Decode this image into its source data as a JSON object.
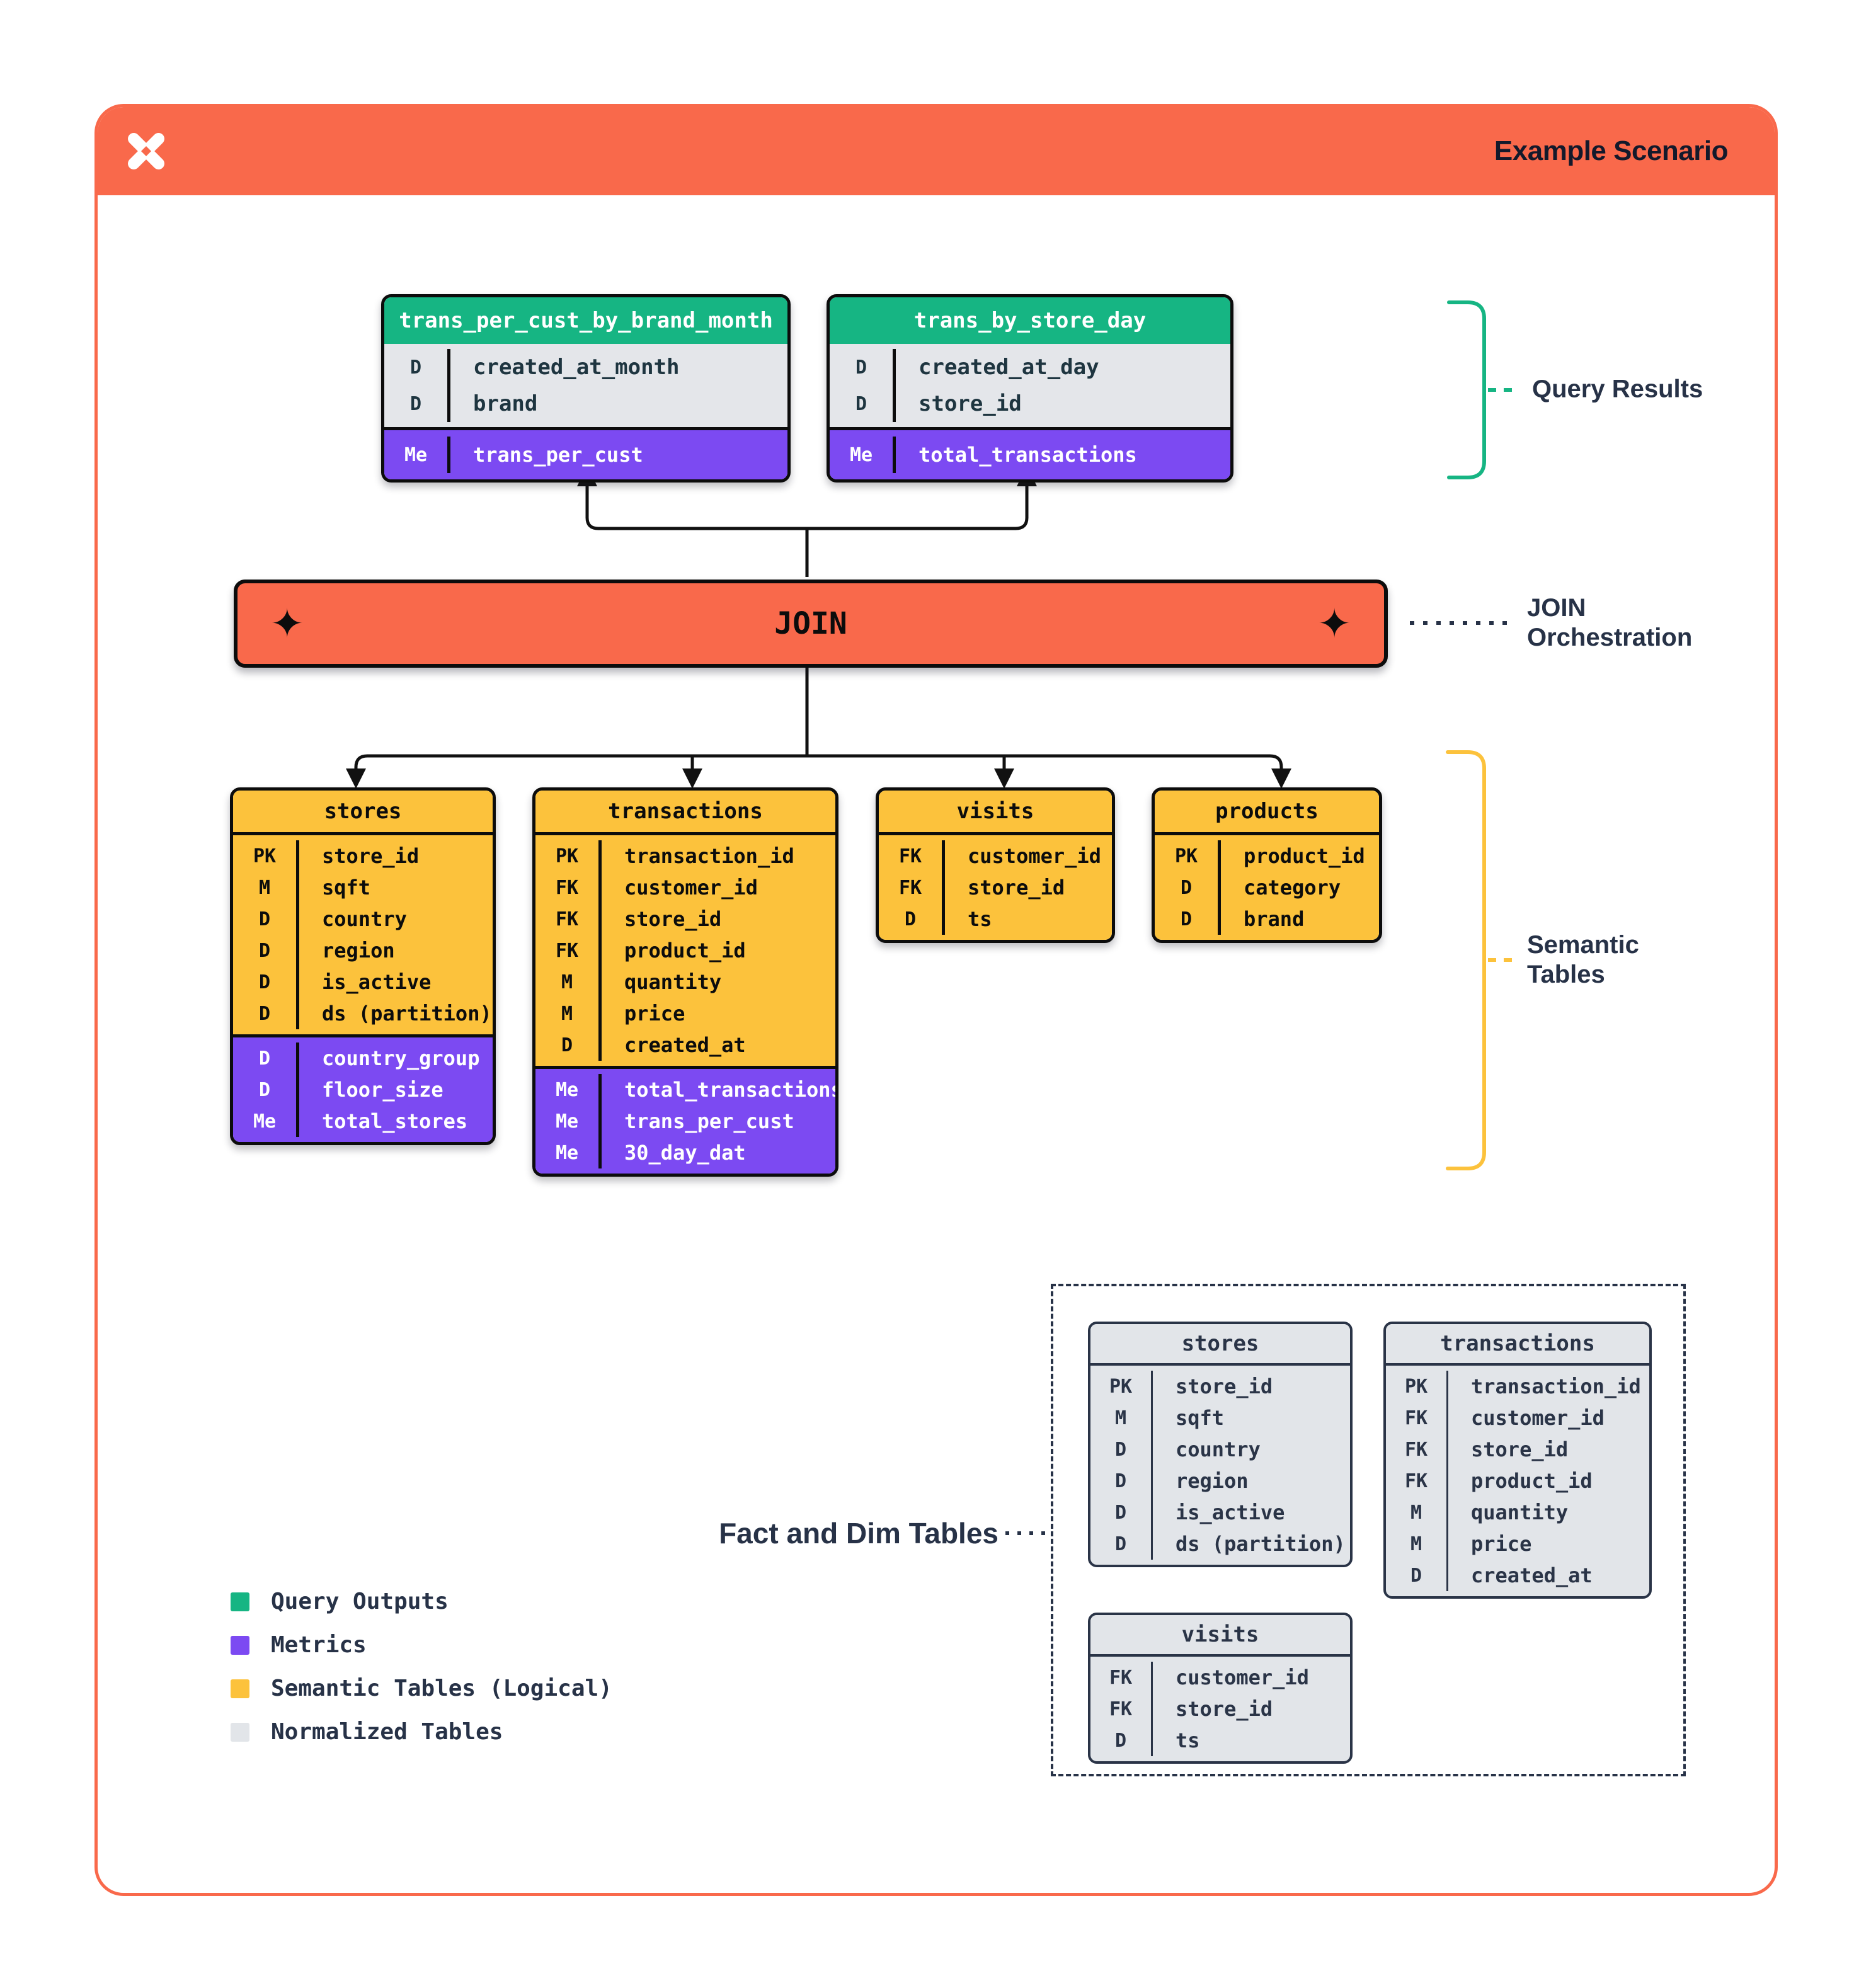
{
  "header": {
    "title": "Example Scenario"
  },
  "join_bar": {
    "label": "JOIN",
    "diamond": "✦"
  },
  "annotations": {
    "query_results": "Query Results",
    "join_orchestration": "JOIN Orchestration",
    "semantic_tables": "Semantic Tables",
    "fact_dim": "Fact and Dim Tables"
  },
  "query_tables": [
    {
      "name": "trans_per_cust_by_brand_month",
      "fields": [
        [
          "D",
          "created_at_month"
        ],
        [
          "D",
          "brand"
        ]
      ],
      "metrics": [
        [
          "Me",
          "trans_per_cust"
        ]
      ]
    },
    {
      "name": "trans_by_store_day",
      "fields": [
        [
          "D",
          "created_at_day"
        ],
        [
          "D",
          "store_id"
        ]
      ],
      "metrics": [
        [
          "Me",
          "total_transactions"
        ]
      ]
    }
  ],
  "semantic_tables": [
    {
      "name": "stores",
      "fields": [
        [
          "PK",
          "store_id"
        ],
        [
          "M",
          "sqft"
        ],
        [
          "D",
          "country"
        ],
        [
          "D",
          "region"
        ],
        [
          "D",
          "is_active"
        ],
        [
          "D",
          "ds (partition)"
        ]
      ],
      "metrics": [
        [
          "D",
          "country_group"
        ],
        [
          "D",
          "floor_size"
        ],
        [
          "Me",
          "total_stores"
        ]
      ]
    },
    {
      "name": "transactions",
      "fields": [
        [
          "PK",
          "transaction_id"
        ],
        [
          "FK",
          "customer_id"
        ],
        [
          "FK",
          "store_id"
        ],
        [
          "FK",
          "product_id"
        ],
        [
          "M",
          "quantity"
        ],
        [
          "M",
          "price"
        ],
        [
          "D",
          "created_at"
        ]
      ],
      "metrics": [
        [
          "Me",
          "total_transactions"
        ],
        [
          "Me",
          "trans_per_cust"
        ],
        [
          "Me",
          "30_day_dat"
        ]
      ]
    },
    {
      "name": "visits",
      "fields": [
        [
          "FK",
          "customer_id"
        ],
        [
          "FK",
          "store_id"
        ],
        [
          "D",
          "ts"
        ]
      ],
      "metrics": []
    },
    {
      "name": "products",
      "fields": [
        [
          "PK",
          "product_id"
        ],
        [
          "D",
          "category"
        ],
        [
          "D",
          "brand"
        ]
      ],
      "metrics": []
    }
  ],
  "normalized_tables": [
    {
      "name": "stores",
      "fields": [
        [
          "PK",
          "store_id"
        ],
        [
          "M",
          "sqft"
        ],
        [
          "D",
          "country"
        ],
        [
          "D",
          "region"
        ],
        [
          "D",
          "is_active"
        ],
        [
          "D",
          "ds (partition)"
        ]
      ],
      "metrics": []
    },
    {
      "name": "transactions",
      "fields": [
        [
          "PK",
          "transaction_id"
        ],
        [
          "FK",
          "customer_id"
        ],
        [
          "FK",
          "store_id"
        ],
        [
          "FK",
          "product_id"
        ],
        [
          "M",
          "quantity"
        ],
        [
          "M",
          "price"
        ],
        [
          "D",
          "created_at"
        ]
      ],
      "metrics": []
    },
    {
      "name": "visits",
      "fields": [
        [
          "FK",
          "customer_id"
        ],
        [
          "FK",
          "store_id"
        ],
        [
          "D",
          "ts"
        ]
      ],
      "metrics": []
    }
  ],
  "legend": {
    "items": [
      {
        "color": "#16b583",
        "label": "Query Outputs"
      },
      {
        "color": "#7c4af2",
        "label": "Metrics"
      },
      {
        "color": "#fcc23c",
        "label": "Semantic Tables (Logical)"
      },
      {
        "color": "#e2e5e9",
        "label": "Normalized Tables"
      }
    ]
  },
  "colors": {
    "orange": "#f9694b",
    "green": "#16b583",
    "purple": "#7c4af2",
    "yellow": "#fcc23c",
    "gray-row": "#e4e6ea",
    "navy": "#273247",
    "field-text": "#1e3540",
    "normalized-fill": "#e2e5e9",
    "normalized-ink": "#2a3447"
  }
}
